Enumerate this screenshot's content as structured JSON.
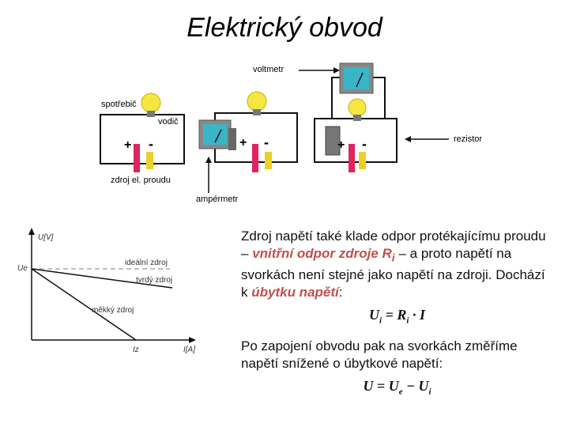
{
  "title": "Elektrický obvod",
  "circuit_labels": {
    "voltmetr": "voltmetr",
    "spotrebic": "spotřebič",
    "vodic": "vodič",
    "zdroj": "zdroj el. proudu",
    "amperometr": "ampérmetr",
    "rezistor": "rezistor",
    "plus": "+",
    "minus": "-"
  },
  "graph": {
    "y_axis": "U[V]",
    "x_axis": "I[A]",
    "ue": "Ue",
    "iz": "Iz",
    "ideal": "ideální zdroj",
    "tvrdy": "tvrdý zdroj",
    "mekky": "měkký zdroj"
  },
  "text": {
    "para1_a": "Zdroj napětí také klade odpor protékajícímu proudu – ",
    "para1_b": "vnitřní odpor zdroje R",
    "para1_b_sub": "i",
    "para1_c": " – a proto napětí na svorkách není stejné jako napětí na zdroji. Dochází k ",
    "para1_d": "úbytku napětí",
    "para1_e": ":",
    "formula1_lhs": "U",
    "formula1_lhs_sub": "i",
    "formula1_rhs_a": " = R",
    "formula1_rhs_sub": "i",
    "formula1_rhs_b": " · I",
    "para2": "Po zapojení obvodu pak na svorkách změříme napětí snížené o úbytkové napětí:",
    "formula2_a": "U = U",
    "formula2_sub1": "e",
    "formula2_b": " − U",
    "formula2_sub2": "i"
  },
  "colors": {
    "battery_plus": "#e0245e",
    "battery_minus": "#e8d22a",
    "meter_face": "#3ab5c8",
    "bulb": "#f5e642",
    "accent": "#c0504d"
  }
}
